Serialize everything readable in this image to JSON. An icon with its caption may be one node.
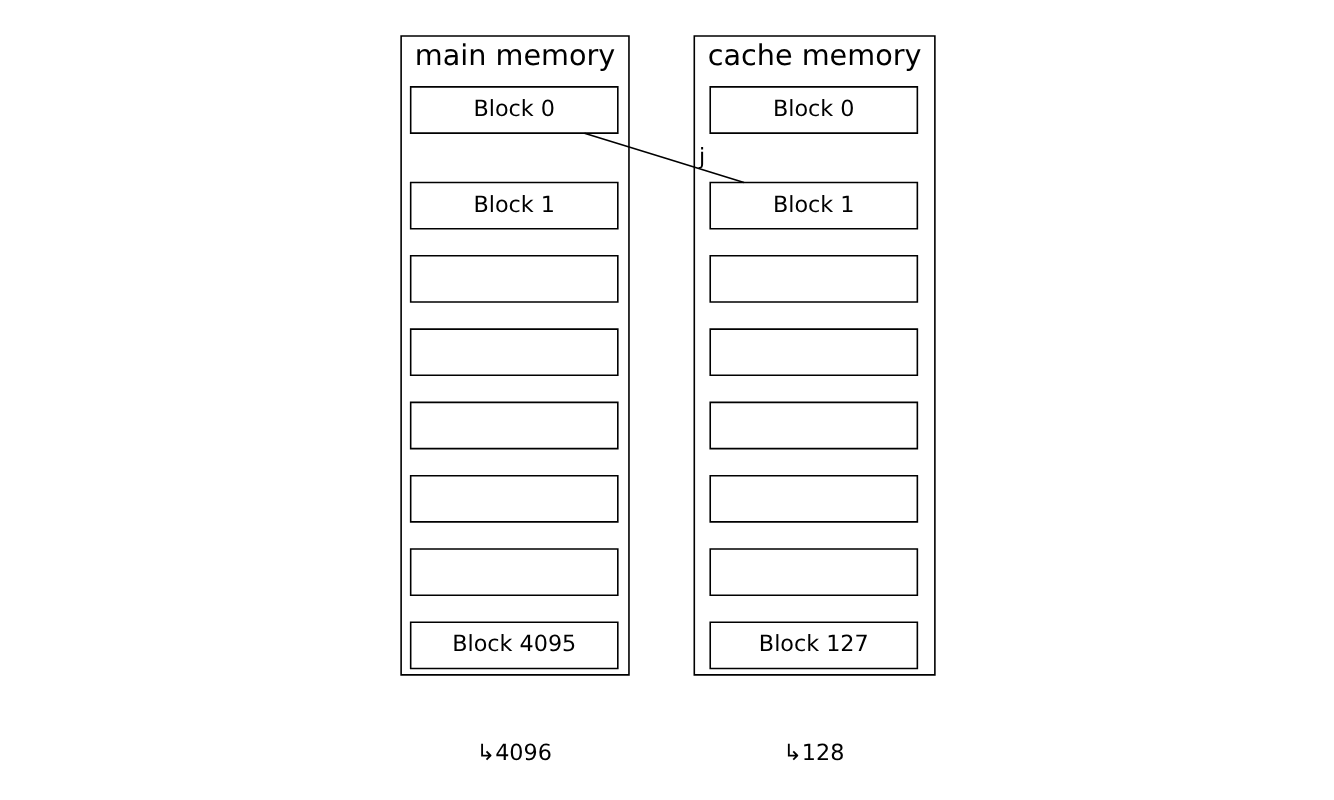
{
  "diagram": {
    "nodes": [
      {
        "text": [
          "main memory"
        ],
        "beside": [
          "↳4096"
        ]
      },
      {
        "text": [
          "Block 0"
        ],
        "in": 0
      },
      {
        "text": [
          "Block 1"
        ],
        "in": 0
      },
      {
        "text": [],
        "shape": "box",
        "in": 0
      },
      {
        "text": [],
        "shape": "box",
        "in": 0
      },
      {
        "text": [],
        "shape": "box",
        "in": 0
      },
      {
        "text": [],
        "shape": "box",
        "in": 0
      },
      {
        "text": [],
        "shape": "box",
        "in": 0
      },
      {
        "text": [
          "Block 4095"
        ],
        "in": 0
      },
      {
        "text": [
          "cache memory"
        ],
        "beside": [
          "↳128"
        ]
      },
      {
        "text": [
          "Block 0"
        ],
        "in": 9
      },
      {
        "text": [
          "Block 1"
        ],
        "in": 9
      },
      {
        "text": [],
        "shape": "box",
        "in": 9
      },
      {
        "text": [],
        "shape": "box",
        "in": 9
      },
      {
        "text": [],
        "shape": "box",
        "in": 9
      },
      {
        "text": [],
        "shape": "box",
        "in": 9
      },
      {
        "text": [],
        "shape": "box",
        "in": 9
      },
      {
        "text": [
          "Block 127"
        ],
        "in": 9
      }
    ],
    "edges": [
      {
        "from": 1,
        "to": 11,
        "arrow": "none",
        "label": "j"
      }
    ]
  }
}
